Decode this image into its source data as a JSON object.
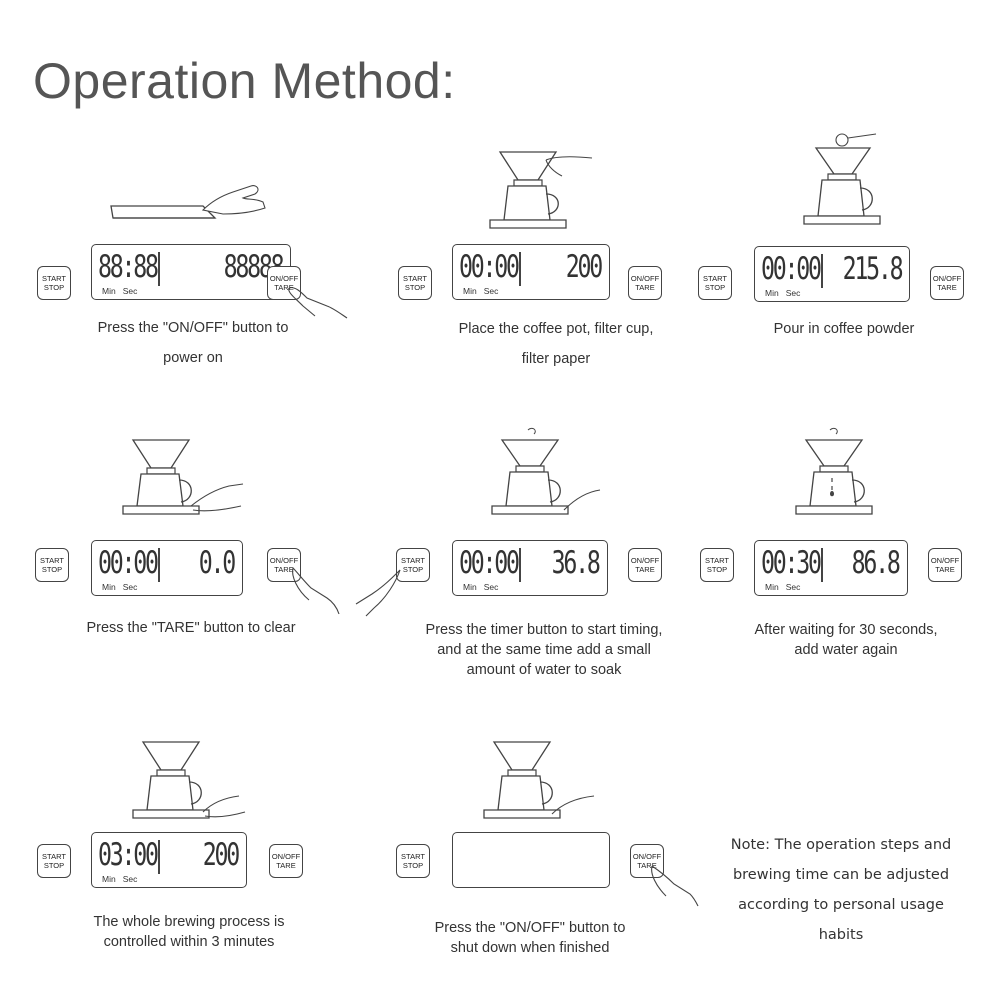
{
  "title": "Operation Method:",
  "buttons": {
    "start_stop": [
      "START",
      "STOP"
    ],
    "onoff_tare": [
      "ON/OFF",
      "TARE"
    ]
  },
  "units": {
    "min": "Min",
    "sec": "Sec"
  },
  "steps": [
    {
      "caption": [
        "Press the \"ON/OFF\" button to",
        "power on"
      ],
      "display": {
        "time": "88:88",
        "weight": "88888"
      }
    },
    {
      "caption": [
        "Place the coffee pot, filter cup,",
        "filter paper"
      ],
      "display": {
        "time": "00:00",
        "weight": "200"
      }
    },
    {
      "caption": [
        "Pour in coffee powder"
      ],
      "display": {
        "time": "00:00",
        "weight": "215.8"
      }
    },
    {
      "caption": [
        "Press the \"TARE\" button to clear"
      ],
      "display": {
        "time": "00:00",
        "weight": "0.0"
      }
    },
    {
      "caption": [
        "Press the timer button to start timing,",
        "and at the same time add a small",
        "amount of water to soak"
      ],
      "display": {
        "time": "00:00",
        "weight": "36.8"
      }
    },
    {
      "caption": [
        "After waiting for 30 seconds,",
        "add water again"
      ],
      "display": {
        "time": "00:30",
        "weight": "86.8"
      }
    },
    {
      "caption": [
        "The whole brewing process is",
        "controlled within 3 minutes"
      ],
      "display": {
        "time": "03:00",
        "weight": "200"
      }
    },
    {
      "caption": [
        "Press the \"ON/OFF\" button to",
        "shut down when finished"
      ],
      "display": {
        "time": "",
        "weight": ""
      }
    }
  ],
  "note": [
    "Note: The operation steps and",
    "brewing time can be adjusted",
    "according to personal usage",
    "habits"
  ]
}
